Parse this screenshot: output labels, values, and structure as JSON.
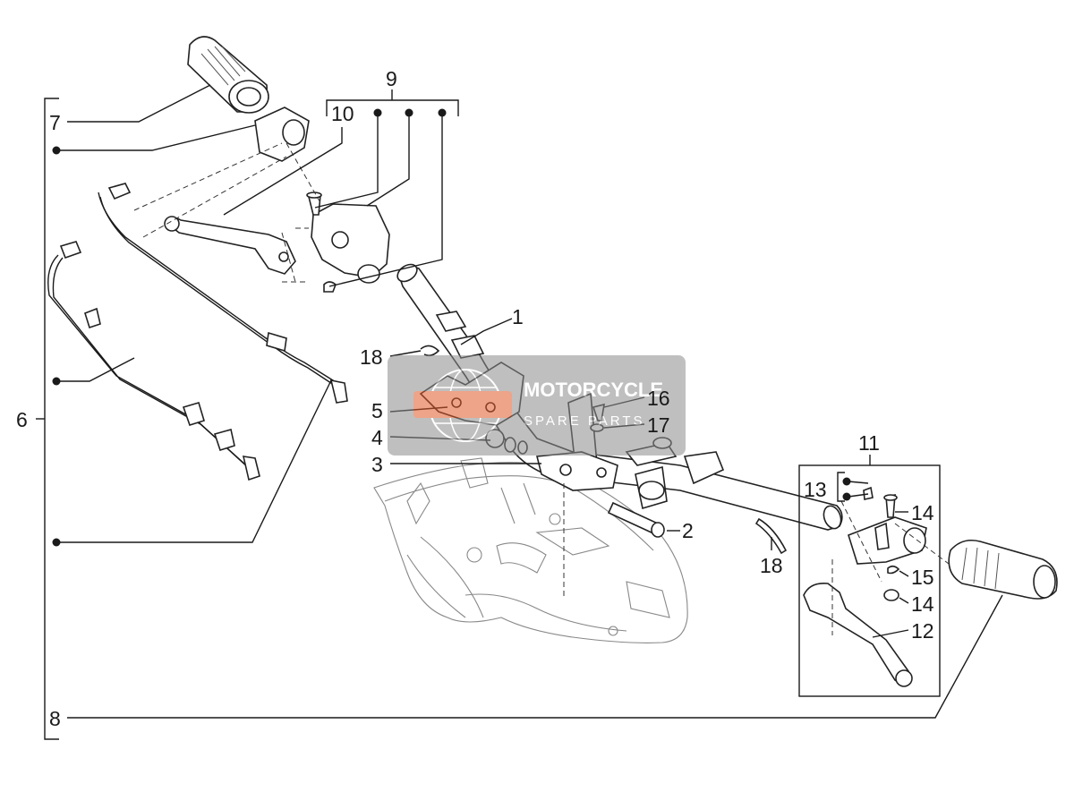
{
  "diagram": {
    "callouts": {
      "c1": "1",
      "c2": "2",
      "c3": "3",
      "c4": "4",
      "c5": "5",
      "c6": "6",
      "c7": "7",
      "c8": "8",
      "c9": "9",
      "c10": "10",
      "c11": "11",
      "c12": "12",
      "c13": "13",
      "c14a": "14",
      "c14b": "14",
      "c15": "15",
      "c16": "16",
      "c17": "17",
      "c18a": "18",
      "c18b": "18"
    },
    "watermark": {
      "line1": "MOTORCYCLE",
      "line2": "SPARE PARTS"
    },
    "colors": {
      "line": "#1a1a1a",
      "watermark_bg": "#8c8c8c",
      "watermark_accent": "#e05a2a"
    }
  }
}
